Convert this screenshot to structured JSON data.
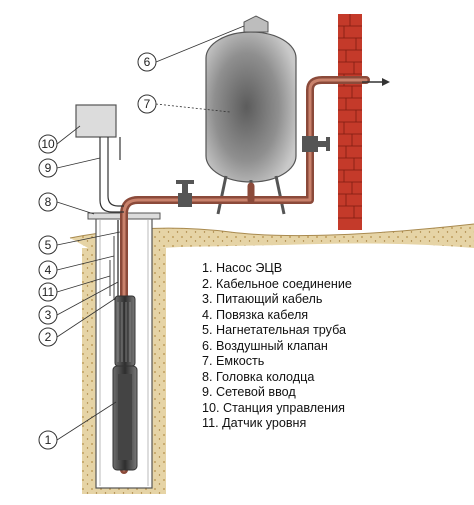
{
  "legend": [
    {
      "num": "1.",
      "text": "Насос ЭЦВ"
    },
    {
      "num": "2.",
      "text": "Кабельное соединение"
    },
    {
      "num": "3.",
      "text": "Питающий кабель"
    },
    {
      "num": "4.",
      "text": "Повязка кабеля"
    },
    {
      "num": "5.",
      "text": "Нагнетательная труба"
    },
    {
      "num": "6.",
      "text": "Воздушный клапан"
    },
    {
      "num": "7.",
      "text": "Емкость"
    },
    {
      "num": "8.",
      "text": "Головка колодца"
    },
    {
      "num": "9.",
      "text": "Сетевой ввод"
    },
    {
      "num": "10.",
      "text": "Станция управления"
    },
    {
      "num": "11.",
      "text": "Датчик уровня"
    }
  ],
  "callouts": [
    "1",
    "2",
    "3",
    "4",
    "5",
    "6",
    "7",
    "8",
    "9",
    "10",
    "11"
  ],
  "colors": {
    "soil": "#d9c08a",
    "soil_dots": "#b58f4a",
    "brick": "#c43a2a",
    "pipe": "#8b4a3a",
    "tank": "#8e8e8e"
  }
}
